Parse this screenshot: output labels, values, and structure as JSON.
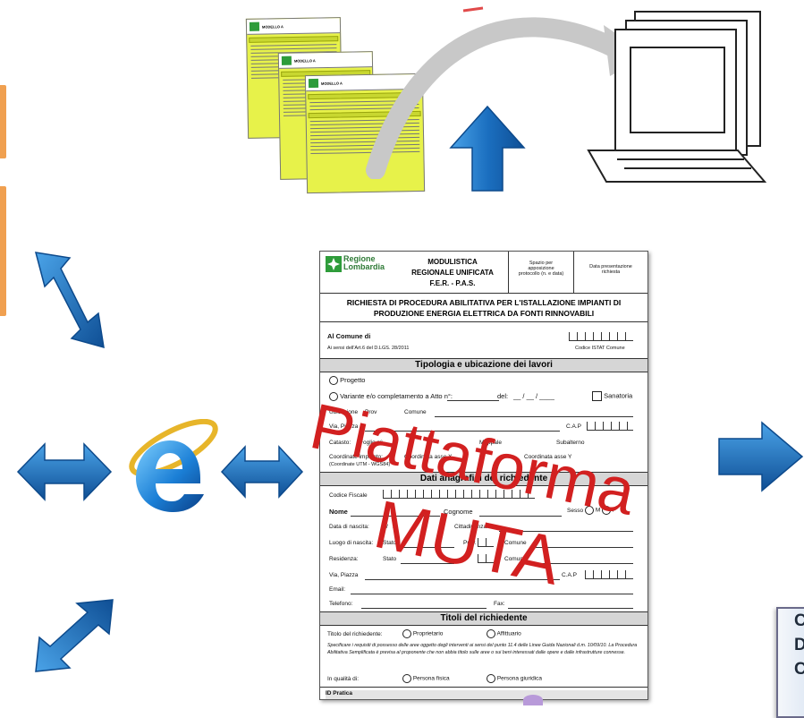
{
  "colors": {
    "arrow_blue": "#1b6fc0",
    "arrow_blue_light": "#4aa3e8",
    "form_green": "#e7f24a",
    "watermark_red": "#d22020",
    "accent_orange": "#f0a050"
  },
  "icons": [
    "arrow-up-icon",
    "arrow-right-icon",
    "arrow-left-right-icon",
    "arrow-diagonal-icon",
    "internet-explorer-icon",
    "computer-terminal-icon",
    "curved-arrow-icon"
  ],
  "stack_forms": {
    "title": "MODELLO A"
  },
  "main_form": {
    "logo_text": "Regione\nLombardia",
    "header": {
      "line1": "MODULISTICA",
      "line2": "REGIONALE UNIFICATA",
      "line3": "F.E.R. - P.A.S."
    },
    "protocol_box": "Spazio per\napposizione\nprotocollo (n. e data)",
    "date_box": "Data presentazione\nrichiesta",
    "main_title": "RICHIESTA DI PROCEDURA ABILITATIVA PER L'ISTALLAZIONE IMPIANTI DI PRODUZIONE ENERGIA ELETTRICA DA FONTI RINNOVABILI",
    "al_comune": "Al Comune di",
    "ai_sensi": "Ai sensi dell'Art.6 del D.LGS. 28/2011",
    "codice_istat": "Codice ISTAT Comune",
    "section1": "Tipologia e ubicazione dei lavori",
    "progetto": "Progetto",
    "variante": "Variante e/o completamento a Atto n°:",
    "del": "del:",
    "sanatoria": "Sanatoria",
    "ubicazione": "Ubicazione",
    "prov": "Prov",
    "comune": "Comune",
    "via_piazza": "Via, Piazza",
    "cap": "C.A.P",
    "catasto": "Catasto:",
    "foglio": "Foglio n°",
    "mappale": "Mappale",
    "subalterno": "Subalterno",
    "coordinate": "Coordinate impianto:",
    "coordinate_sub": "(Coordinate UTM - WGS84)",
    "coordinata_x": "Coordinata asse X",
    "coordinata_y": "Coordinata asse Y",
    "section2": "Dati anagrafici del richiedente",
    "codice_fiscale": "Codice Fiscale",
    "nome": "Nome",
    "cognome": "Cognome",
    "sesso": "Sesso",
    "m": "M",
    "f": "F",
    "data_nascita": "Data di nascita:",
    "cittadinanza": "Cittadinanza:",
    "luogo_nascita": "Luogo di nascita:",
    "stato": "Stato",
    "prov2": "Prov.",
    "comune2": "Comune",
    "residenza": "Residenza:",
    "stato2": "Stato",
    "comune3": "Comune",
    "via_piazza2": "Via, Piazza",
    "cap2": "C.A.P",
    "email": "Email:",
    "telefono": "Telefono:",
    "fax": "Fax:",
    "section3": "Titoli del richiedente",
    "titolo": "Titolo del richiedente:",
    "proprietario": "Proprietario",
    "affittuario": "Affittuario",
    "note": "Specificare i requisiti di possesso delle aree oggetto degli interventi ai sensi del punto 11.4 delle Linee Guida Nazionali d.m. 10/09/10. La Procedura Abilitativa Semplificata è previsa al proponente che non abbia titolo sulle aree o sui beni interessati dalle opere e dalle infrastrutture connesse.",
    "in_qualita": "In qualità di:",
    "persona_fisica": "Persona fisica",
    "persona_giuridica": "Persona giuridica",
    "id_pratica": "ID Pratica"
  },
  "watermark": {
    "line1": "Piattaforma",
    "line2": "MUTA"
  },
  "side_box_letters": [
    "C",
    "D",
    "C"
  ]
}
